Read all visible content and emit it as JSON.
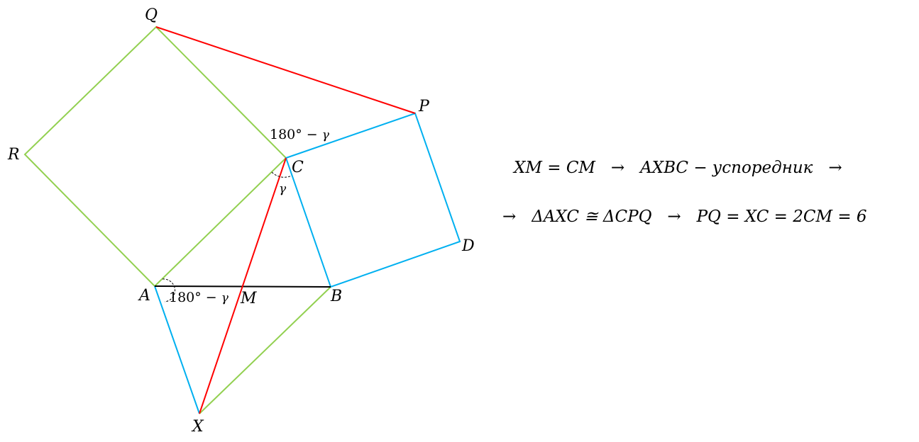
{
  "points": {
    "Q": "Q",
    "P": "P",
    "R": "R",
    "C": "C",
    "D": "D",
    "A": "A",
    "M": "M",
    "B": "B",
    "X": "X"
  },
  "angles": {
    "at_C": "180° − ",
    "at_C_gamma": "γ",
    "at_A": "180° − ",
    "at_A_gamma": "γ",
    "gamma_small": "γ"
  },
  "formulas": {
    "line1": "XM = CM   →   AXBC − успоредник   →",
    "line2": "→   ΔAXC ≅ ΔCPQ   →   PQ = XC = 2CM = 6"
  },
  "colors": {
    "green": "#92d050",
    "blue": "#00b0f0",
    "red": "#ff0000",
    "black": "#000000"
  }
}
